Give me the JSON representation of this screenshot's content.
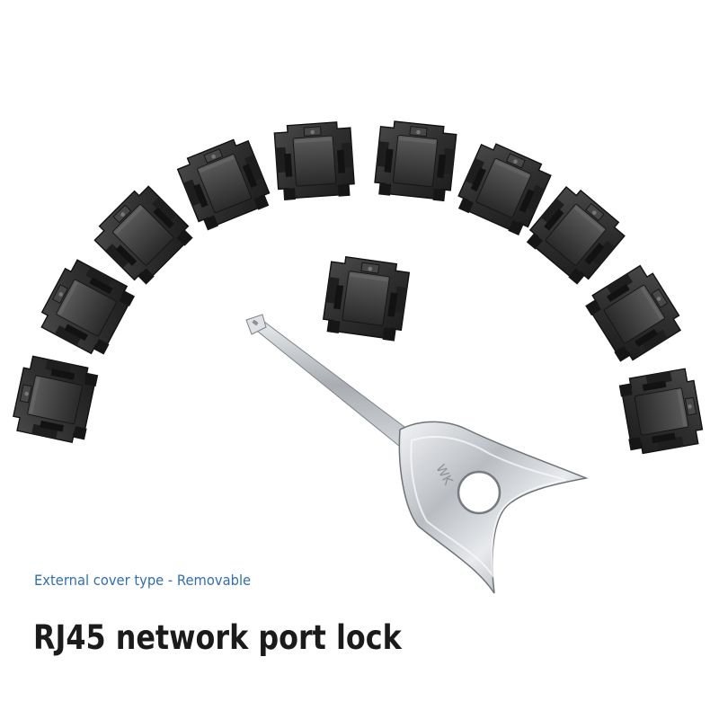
{
  "product": {
    "subtitle": "External cover type - Removable",
    "title": "RJ45 network port lock",
    "key_engraving": "WK"
  },
  "colors": {
    "lock_body": "#2b2b2b",
    "lock_face": "#3d3d3d",
    "key_metal": "#c9ccd0",
    "subtitle": "#2f6fb6",
    "title": "#1b1b1b",
    "background": "#ffffff"
  },
  "icons": {
    "lock": "rj45-port-lock-icon",
    "key": "removal-key-icon"
  }
}
